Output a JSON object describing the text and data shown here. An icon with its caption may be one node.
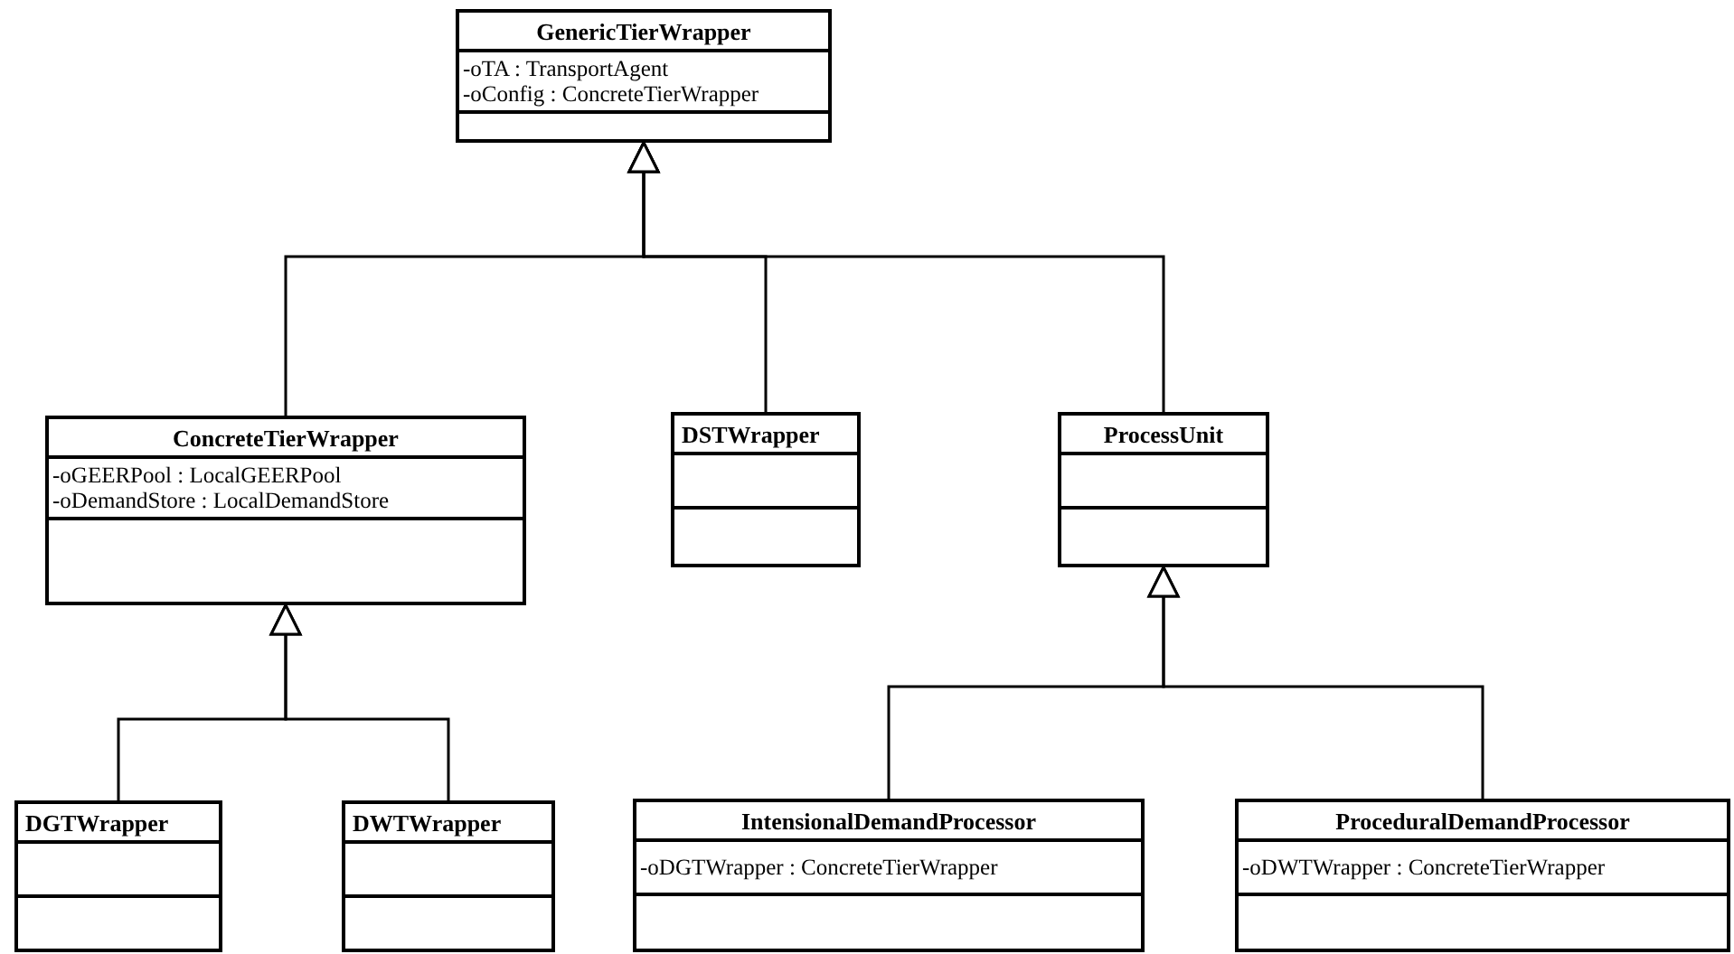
{
  "diagram": {
    "nodes": [
      {
        "text": [
          "GenericTierWrapper",
          "-oTA : TransportAgent",
          "-oConfig : ConcreteTierWrapper"
        ]
      },
      {
        "text": [
          "ConcreteTierWrapper",
          "-oGEERPool : LocalGEERPool",
          "-oDemandStore : LocalDemandStore"
        ]
      },
      {
        "text": [
          "DSTWrapper"
        ]
      },
      {
        "text": [
          "ProcessUnit"
        ]
      },
      {
        "text": [
          "DGTWrapper"
        ]
      },
      {
        "text": [
          "DWTWrapper"
        ]
      },
      {
        "text": [
          "IntensionalDemandProcessor",
          "-oDGTWrapper : ConcreteTierWrapper"
        ]
      },
      {
        "text": [
          "ProceduralDemandProcessor",
          "-oDWTWrapper : ConcreteTierWrapper"
        ]
      }
    ],
    "edges": [
      {
        "from": 1,
        "to": 0,
        "arrow": "to"
      },
      {
        "from": 2,
        "to": 0,
        "arrow": "to"
      },
      {
        "from": 3,
        "to": 0,
        "arrow": "to"
      },
      {
        "from": 4,
        "to": 1,
        "arrow": "to"
      },
      {
        "from": 5,
        "to": 1,
        "arrow": "to"
      },
      {
        "from": 6,
        "to": 3,
        "arrow": "to"
      },
      {
        "from": 7,
        "to": 3,
        "arrow": "to"
      }
    ]
  }
}
